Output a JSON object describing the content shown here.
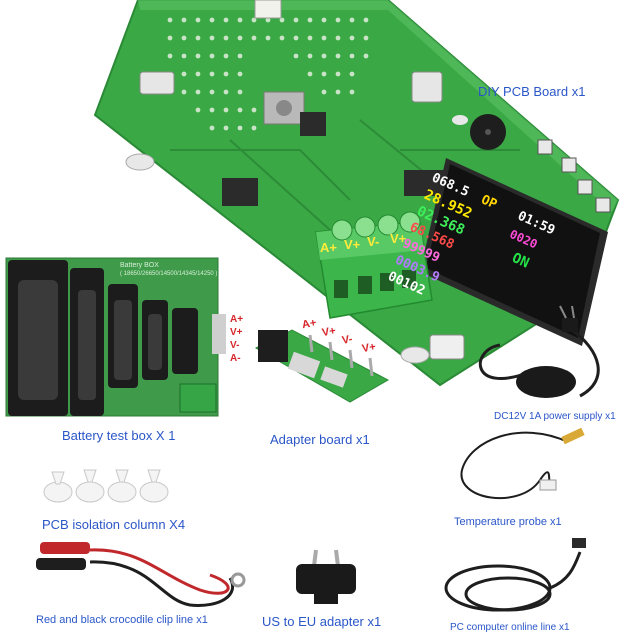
{
  "labels": {
    "pcb_board": "DIY PCB Board x1",
    "battery_box": "Battery test box X 1",
    "adapter_board": "Adapter board x1",
    "power_supply": "DC12V 1A power supply x1",
    "isolation_column": "PCB isolation column X4",
    "temperature_probe": "Temperature probe x1",
    "clip_line": "Red and black crocodile clip line x1",
    "eu_adapter": "US to EU adapter  x1",
    "online_line": "PC computer online line x1"
  },
  "terminal_labels": [
    "A+",
    "V+",
    "V-",
    "V+"
  ],
  "box_side_labels": [
    "A+",
    "V+",
    "V-",
    "A-"
  ],
  "adapter_labels": [
    "A+",
    "V+",
    "V-",
    "V+"
  ],
  "battery_box_text": {
    "title": "Battery BOX",
    "models": "( 18650/26650/14500/14345/14250 )"
  },
  "screen": {
    "row1_value": "068.5",
    "row1_tag": "OP",
    "timer": "01:59",
    "voltage": "28.952",
    "current": "02.368",
    "power": "68.568",
    "resistance": "99999",
    "energy": "0003.9",
    "capacity": "00102",
    "on_label": "ON",
    "count": "0020"
  },
  "colors": {
    "pcb_green": "#3aa845",
    "terminal_green": "#3cb54a",
    "label_blue": "#2a56c8"
  }
}
